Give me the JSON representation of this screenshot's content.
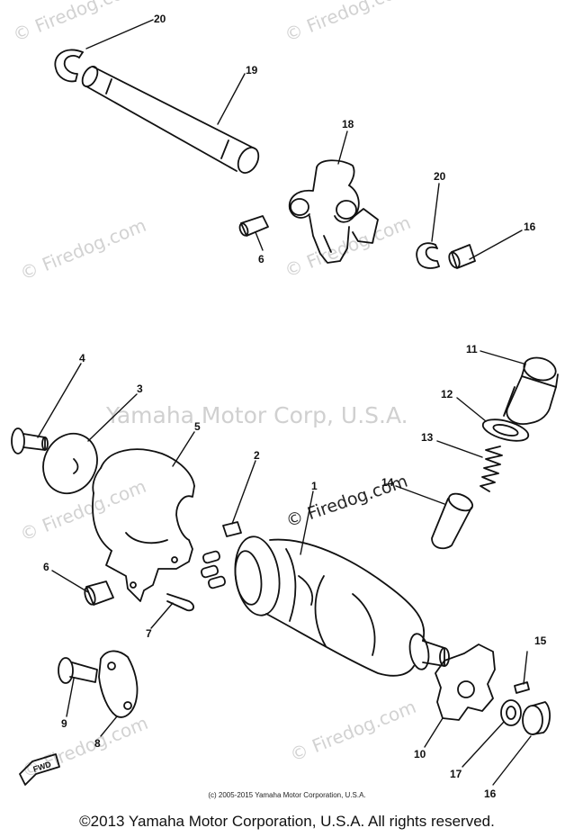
{
  "watermark": {
    "site": "© Firedog.com",
    "brand": "Yamaha Motor Corp, U.S.A."
  },
  "callouts": [
    "20",
    "19",
    "18",
    "20",
    "16",
    "6",
    "4",
    "3",
    "5",
    "2",
    "1",
    "11",
    "12",
    "13",
    "14",
    "6",
    "7",
    "9",
    "8",
    "10",
    "15",
    "17",
    "16"
  ],
  "diagram_copyright": "(c) 2005-2015 Yamaha Motor Corporation, U.S.A.",
  "footer": "©2013 Yamaha Motor Corporation, U.S.A. All rights reserved.",
  "fwd_label": "FWD"
}
